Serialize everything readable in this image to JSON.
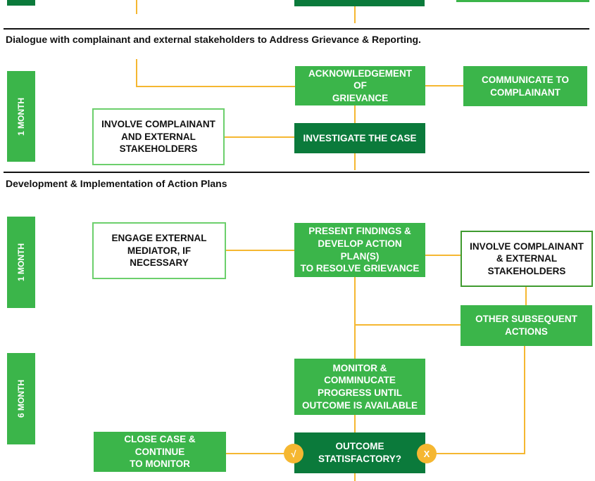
{
  "sections": {
    "dialogue_heading": "Dialogue with complainant and external stakeholders to Address Grievance & Reporting.",
    "action_plans_heading": "Development & Implementation of Action Plans"
  },
  "timeline": {
    "dialogue_month": "1 MONTH",
    "action_month": "1 MONTH",
    "monitor_month": "6 MONTH"
  },
  "boxes": {
    "acknowledgement": "ACKNOWLEDGEMENT OF\nGRIEVANCE",
    "communicate": "COMMUNICATE TO\nCOMPLAINANT",
    "involve_top": "INVOLVE COMPLAINANT\nAND EXTERNAL\nSTAKEHOLDERS",
    "investigate": "INVESTIGATE THE CASE",
    "engage_mediator": "ENGAGE EXTERNAL\nMEDIATOR, IF NECESSARY",
    "present_findings": "PRESENT FINDINGS &\nDEVELOP ACTION PLAN(S)\nTO RESOLVE GRIEVANCE",
    "involve_bottom": "INVOLVE COMPLAINANT\n& EXTERNAL\nSTAKEHOLDERS",
    "other_actions": "OTHER SUBSEQUENT\nACTIONS",
    "monitor": "MONITOR &\nCOMMINUCATE\nPROGRESS UNTIL\nOUTCOME IS AVAILABLE",
    "close_case": "CLOSE CASE & CONTINUE\nTO MONITOR",
    "outcome": "OUTCOME\nSTATISFACTORY?"
  },
  "decision": {
    "yes_symbol": "√",
    "no_symbol": "X"
  },
  "colors": {
    "green_mid": "#3bb54a",
    "green_dark": "#0b7a3b",
    "connector": "#f5b731",
    "rule": "#111111"
  }
}
